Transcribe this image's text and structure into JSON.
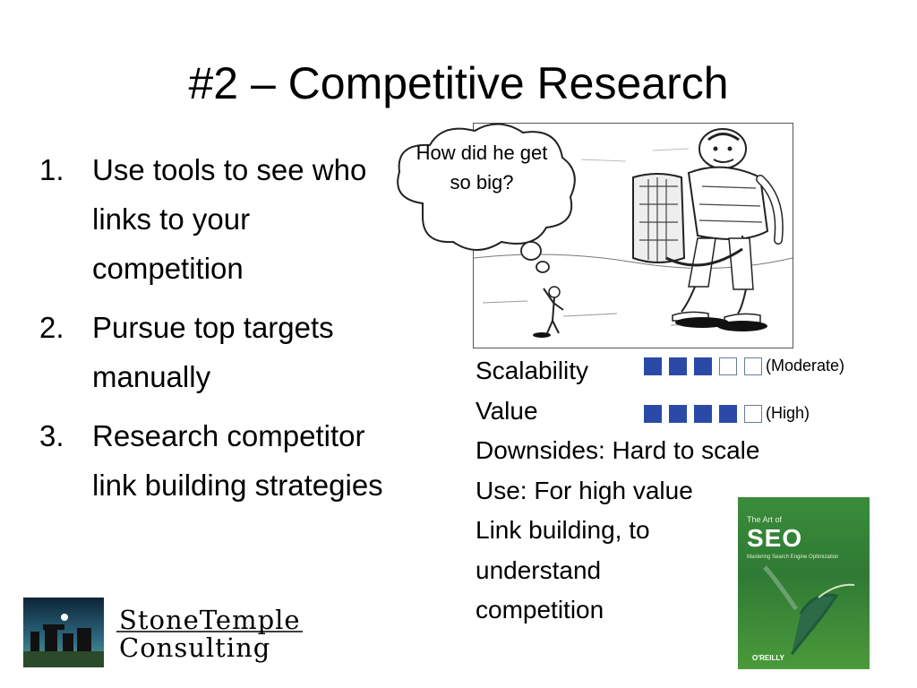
{
  "slide": {
    "title": "#2 – Competitive Research",
    "list": [
      {
        "num": "1.",
        "text": "Use tools to see who links to your competition"
      },
      {
        "num": "2.",
        "text": "Pursue top targets manually"
      },
      {
        "num": "3.",
        "text": "Research competitor link building strategies"
      }
    ],
    "bubble": "How did he get so big?",
    "metrics": {
      "scalability": "Scalability",
      "value": "Value",
      "downsides": "Downsides: Hard to scale",
      "use1": "Use: For high value",
      "use2": "Link building, to",
      "use3": "understand",
      "use4": "competition"
    },
    "ratings": {
      "scalability": {
        "filled": 3,
        "total": 5,
        "label": "(Moderate)"
      },
      "value": {
        "filled": 4,
        "total": 5,
        "label": "(High)"
      }
    },
    "book": {
      "small": "The Art of",
      "big": "SEO",
      "sub": "Mastering Search Engine Optimization",
      "publisher": "O'REILLY"
    },
    "logo": {
      "line1": "StoneTemple",
      "line2": "Consulting"
    },
    "colors": {
      "rating_on": "#2b4aa8",
      "book_green": "#3a8c3a"
    },
    "icons": [
      "cartoon-giant-icon",
      "thought-bubble-icon",
      "hummingbird-icon",
      "stonehenge-icon"
    ]
  }
}
